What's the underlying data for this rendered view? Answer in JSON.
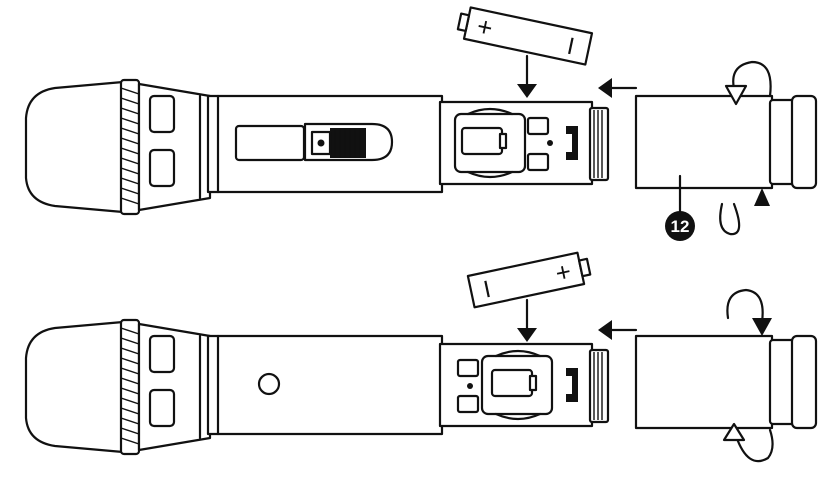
{
  "diagram": {
    "title": "",
    "callout": {
      "number": "12"
    },
    "battery_top": {
      "plus_sign": "+",
      "minus_sign": "I"
    },
    "battery_bottom": {
      "plus_sign": "+",
      "minus_sign": "I"
    },
    "colors": {
      "ink": "#111111",
      "paper": "#ffffff"
    }
  }
}
